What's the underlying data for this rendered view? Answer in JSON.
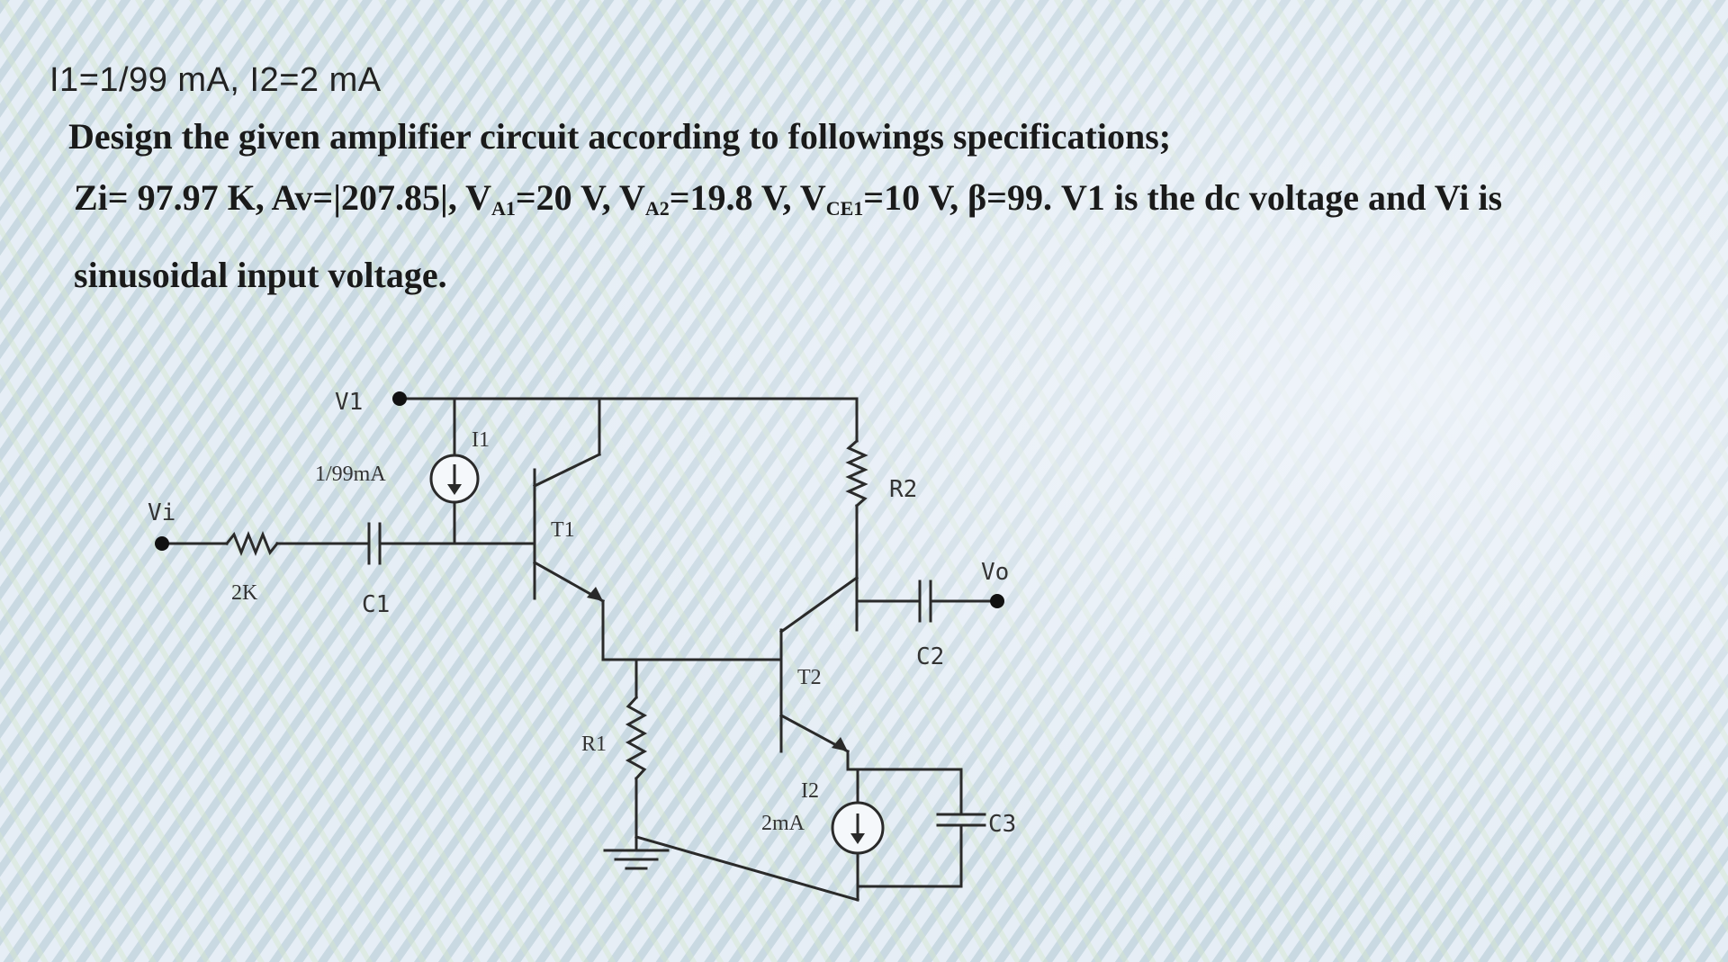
{
  "text": {
    "currents": "I1=1/99 mA, I2=2 mA",
    "task": "Design the given amplifier circuit according to followings specifications;",
    "spec": {
      "zi": "Zi= 97.97 K, ",
      "av": "Av=|207.85|, ",
      "va1_prefix": "V",
      "va1_sub": "A1",
      "va1_value": "=20 V, ",
      "va2_prefix": "V",
      "va2_sub": "A2",
      "va2_value": "=19.8 V, ",
      "vce1_prefix": "V",
      "vce1_sub": "CE1",
      "vce1_value": "=10 V, ",
      "beta": "β=99. ",
      "tail": "V1 is the dc voltage and Vi is"
    },
    "continuation": "sinusoidal input voltage."
  },
  "circuit": {
    "v1": "V1",
    "vi": "Vi",
    "vo": "Vo",
    "i1_name": "I1",
    "i1_value": "1/99mA",
    "i2_name": "I2",
    "i2_value": "2mA",
    "r_in": "2K",
    "c1": "C1",
    "c2": "C2",
    "c3": "C3",
    "t1": "T1",
    "t2": "T2",
    "r1": "R1",
    "r2": "R2"
  },
  "colors": {
    "wire": "#2a2a2a",
    "text": "#1a1a1a",
    "background": "#e4ecf4"
  }
}
